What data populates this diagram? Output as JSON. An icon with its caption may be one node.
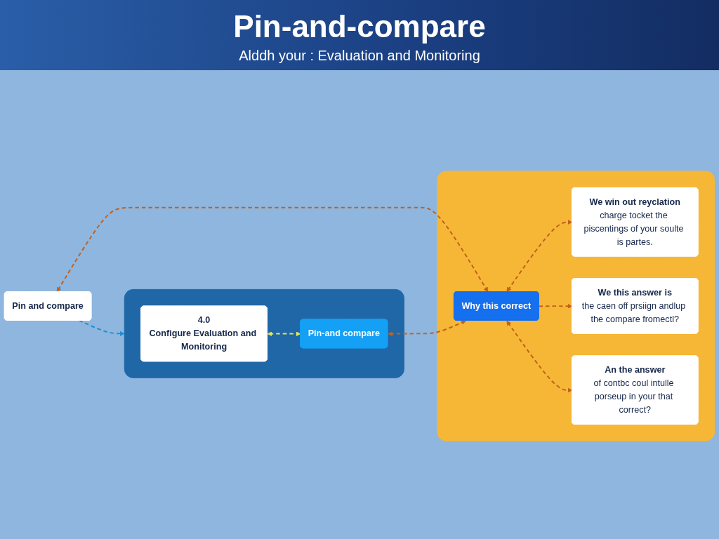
{
  "diagram": {
    "title": "Pin-and-compare",
    "nodes": [
      {
        "text": [
          "Pin and compare"
        ]
      },
      {
        "text": [],
        "shape": "box"
      },
      {
        "text": [
          "4.0",
          "Configure Evaluation and Monitoring"
        ],
        "in": 1
      },
      {
        "text": [
          "Pin-and compare"
        ],
        "in": 1
      },
      {
        "text": [],
        "shape": "box"
      },
      {
        "text": [
          "We win out reyclation",
          "charge tocket the piscentings of your soulte is partes."
        ],
        "in": 4
      },
      {
        "text": [
          "Why this correct"
        ],
        "in": 4
      },
      {
        "text": [
          "We this answer is",
          "the caen off prsiign andlup the compare fromectl?"
        ],
        "in": 4
      },
      {
        "text": [
          "An the answer",
          "of contbc coul intulle porseup in your that correct?"
        ],
        "in": 4
      }
    ],
    "edges": [
      {
        "from": 0,
        "to": 6,
        "arrow": "both",
        "style": "dashed"
      },
      {
        "from": 6,
        "to": 5,
        "arrow": "both",
        "style": "dashed"
      },
      {
        "from": 0,
        "to": 1,
        "arrow": "to",
        "style": "dashed",
        "color": "#1e8fd0"
      },
      {
        "from": 2,
        "to": 3,
        "arrow": "both",
        "style": "dashed",
        "color": "#e6e65a"
      },
      {
        "from": 6,
        "to": 7,
        "arrow": "to",
        "style": "dashed"
      },
      {
        "from": 3,
        "to": 6,
        "arrow": "both",
        "style": "dashed"
      },
      {
        "from": 6,
        "to": 8,
        "arrow": "both",
        "style": "dashed"
      }
    ],
    "labels": [
      "Alddh your : Evaluation and Monitoring"
    ]
  }
}
